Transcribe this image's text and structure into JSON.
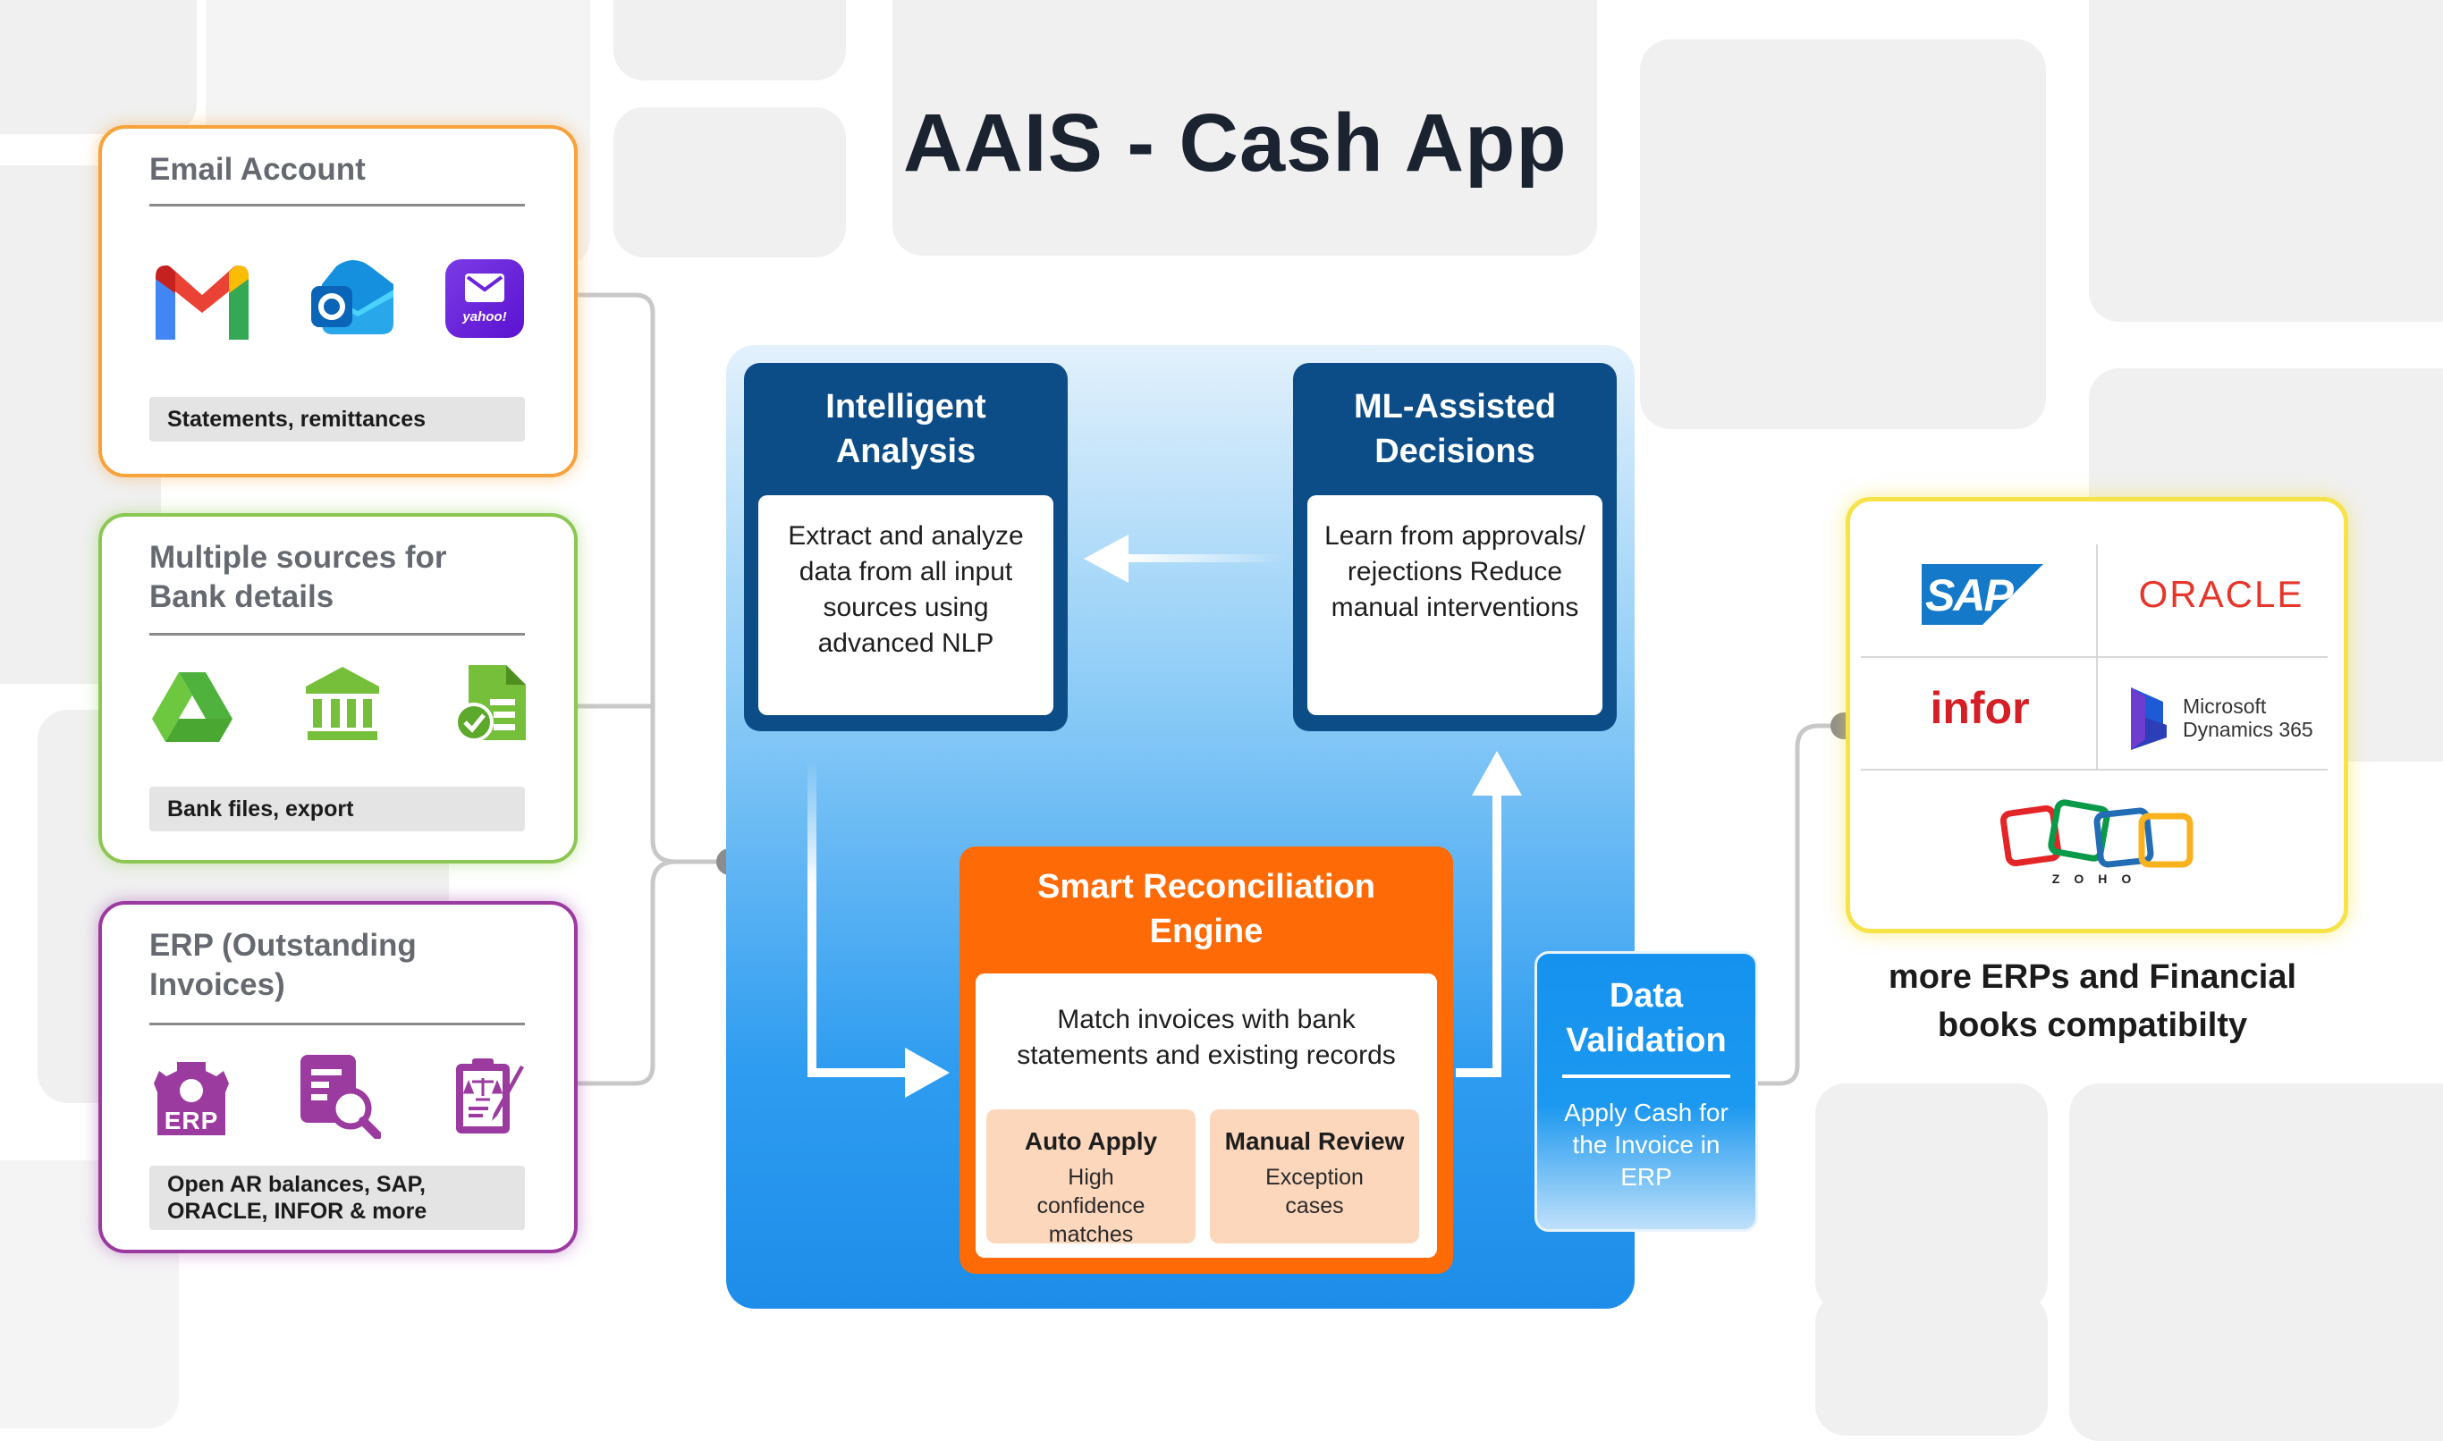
{
  "title": "AAIS - Cash App",
  "sources": {
    "email": {
      "heading": "Email Account",
      "icons": [
        "gmail-icon",
        "outlook-icon",
        "yahoo-mail-icon"
      ],
      "yahoo_label": "yahoo!",
      "caption": "Statements, remittances"
    },
    "bank": {
      "heading": "Multiple sources for Bank details",
      "icons": [
        "drive-icon",
        "bank-icon",
        "document-check-icon"
      ],
      "caption": "Bank files, export"
    },
    "erp": {
      "heading": "ERP (Outstanding Invoices)",
      "icons": [
        "erp-gear-icon",
        "document-search-icon",
        "clipboard-legal-icon"
      ],
      "erp_icon_label": "ERP",
      "caption": "Open AR balances, SAP, ORACLE, INFOR & more"
    }
  },
  "intelligent_analysis": {
    "title": "Intelligent Analysis",
    "description": "Extract and analyze data from all input sources using advanced NLP"
  },
  "ml_decisions": {
    "title": "ML-Assisted Decisions",
    "description": "Learn from approvals/ rejections Reduce manual interventions"
  },
  "engine": {
    "title": "Smart Reconciliation Engine",
    "description": "Match invoices with bank statements and existing records",
    "auto_apply": {
      "title": "Auto Apply",
      "description": "High confidence matches"
    },
    "manual_review": {
      "title": "Manual Review",
      "description": "Exception cases"
    }
  },
  "data_validation": {
    "title": "Data Validation",
    "description": "Apply Cash for the Invoice in ERP"
  },
  "erp_logos": {
    "sap": "SAP",
    "oracle": "ORACLE",
    "infor": "infor",
    "microsoft_line1": "Microsoft",
    "microsoft_line2": "Dynamics 365",
    "zoho": "ZOHO"
  },
  "erp_caption": "more ERPs and Financial books compatibilty",
  "colors": {
    "email_border": "#f7a23b",
    "bank_border": "#8cc653",
    "erp_border": "#9b3a9f",
    "navy": "#0c4d87",
    "engine_orange": "#fe6a06",
    "sub_peach": "#fcd7bc",
    "validation_blue": "#1592ef",
    "erp_highlight": "#f6e34a",
    "oracle_red": "#e5362b",
    "infor_red": "#d51f26",
    "sap_blue": "#1479c8"
  }
}
